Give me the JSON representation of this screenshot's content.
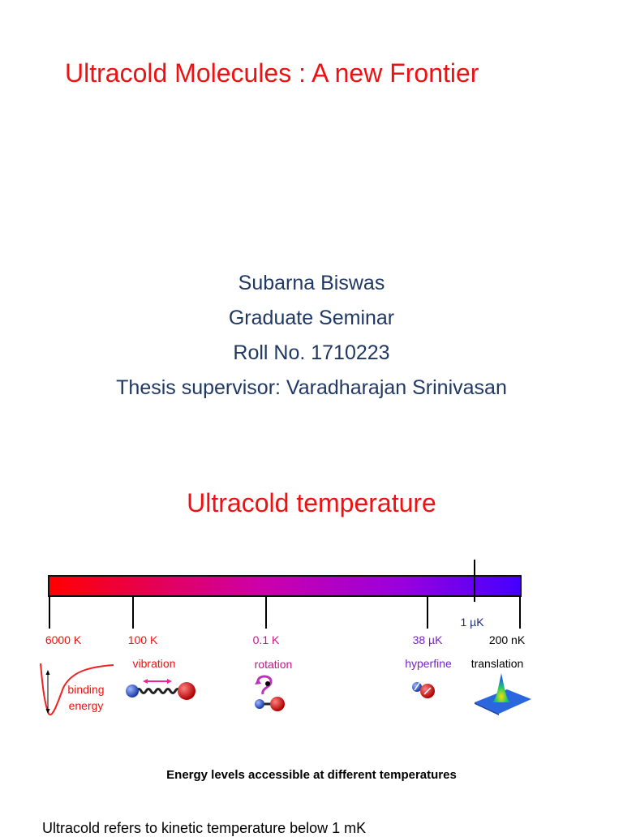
{
  "slide": {
    "title": "Ultracold Molecules : A new Frontier",
    "author_lines": [
      "Subarna Biswas",
      "Graduate Seminar",
      "Roll No. 1710223",
      "Thesis supervisor: Varadharajan Srinivasan"
    ],
    "subtitle": "Ultracold temperature",
    "caption": "Energy levels accessible at different temperatures",
    "bottom_text": "Ultracold refers to  kinetic  temperature  below  1 mK"
  },
  "temperature_scale": {
    "marks": [
      {
        "label": "6000 K",
        "color": "#ee1111",
        "process": "binding energy"
      },
      {
        "label": "100 K",
        "color": "#ee1111",
        "process": "vibration"
      },
      {
        "label": "0.1 K",
        "color": "#cc1188",
        "process": "rotation"
      },
      {
        "label": "38 µK",
        "color": "#7722cc",
        "process": "hyperfine"
      },
      {
        "label": "200 nK",
        "color": "#000000",
        "process": "translation"
      }
    ],
    "micro_label": "1 µK",
    "micro_color": "#1a2a8a",
    "binding_lines": [
      "binding",
      "energy"
    ],
    "gradient": [
      "#ff0000",
      "#cc00aa",
      "#9900dd",
      "#4400ff"
    ]
  }
}
